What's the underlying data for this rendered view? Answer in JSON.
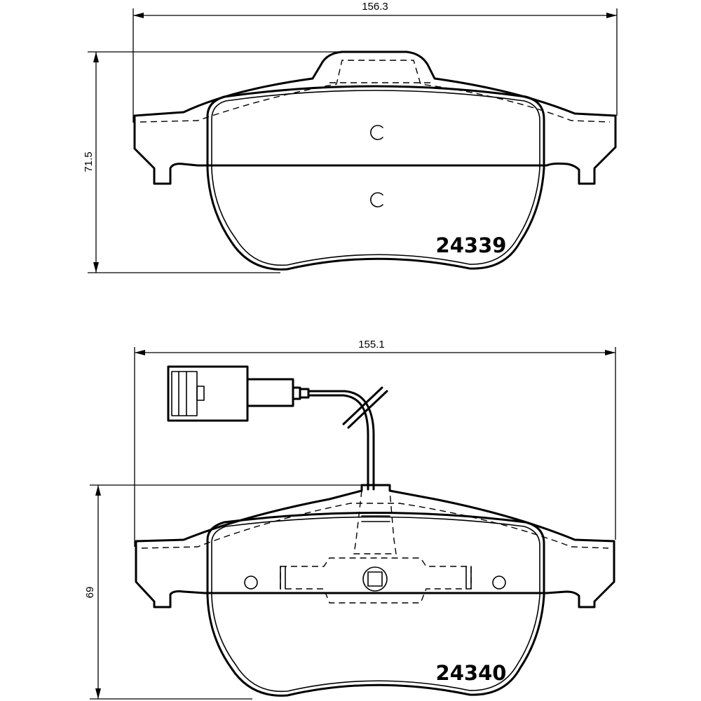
{
  "drawing": {
    "top_pad": {
      "width_dim": "156.3",
      "height_dim": "71.5",
      "part_number": "24339"
    },
    "bottom_pad": {
      "width_dim": "155.1",
      "height_dim": "69",
      "part_number": "24340"
    }
  }
}
